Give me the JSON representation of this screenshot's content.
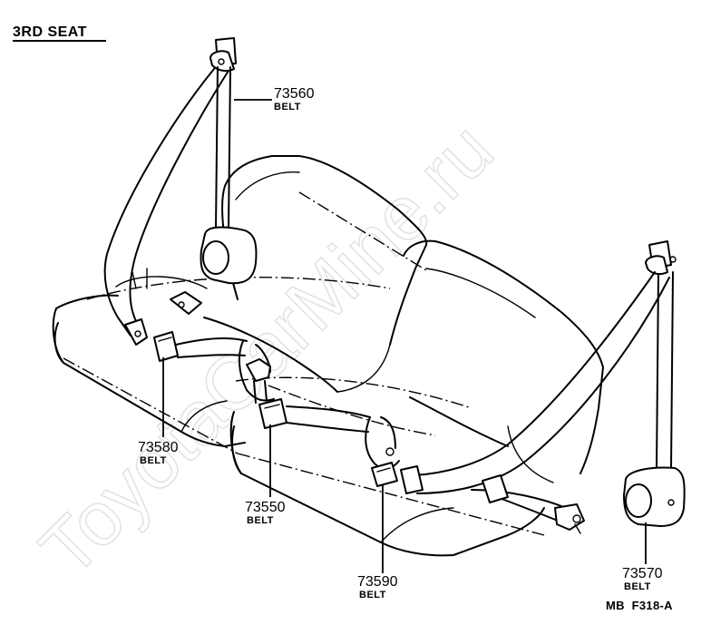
{
  "title": "3RD SEAT",
  "figure_code": "MB  F318-A",
  "watermark": "ToyotaCarMine.ru",
  "parts": [
    {
      "number": "73560",
      "name": "BELT"
    },
    {
      "number": "73580",
      "name": "BELT"
    },
    {
      "number": "73550",
      "name": "BELT"
    },
    {
      "number": "73590",
      "name": "BELT"
    },
    {
      "number": "73570",
      "name": "BELT"
    }
  ]
}
